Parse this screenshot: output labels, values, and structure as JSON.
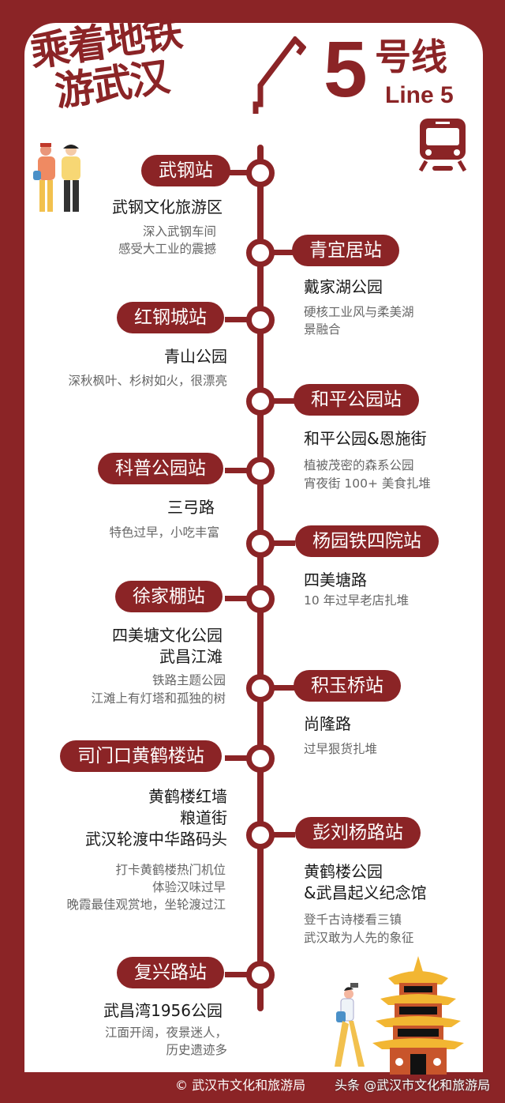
{
  "header": {
    "title_line1": "乘着地铁",
    "title_line2": "游武汉",
    "line_number": "5",
    "line_cn": "号线",
    "line_en": "Line 5",
    "icons": [
      "route-map-icon",
      "train-icon"
    ]
  },
  "colors": {
    "brand": "#8b2426",
    "text": "#1a1a1a",
    "muted": "#666666",
    "background": "#ffffff"
  },
  "stations": [
    {
      "name": "武钢站",
      "side": "left",
      "places": [
        "武钢文化旅游区"
      ],
      "desc": [
        "深入武钢车间",
        "感受大工业的震撼"
      ]
    },
    {
      "name": "青宜居站",
      "side": "right",
      "places": [
        "戴家湖公园"
      ],
      "desc": [
        "硬核工业风与柔美湖",
        "景融合"
      ]
    },
    {
      "name": "红钢城站",
      "side": "left",
      "places": [
        "青山公园"
      ],
      "desc": [
        "深秋枫叶、杉树如火，很漂亮"
      ]
    },
    {
      "name": "和平公园站",
      "side": "right",
      "places": [
        "和平公园&恩施街"
      ],
      "desc": [
        "植被茂密的森系公园",
        "宵夜街 100+ 美食扎堆"
      ]
    },
    {
      "name": "科普公园站",
      "side": "left",
      "places": [
        "三弓路"
      ],
      "desc": [
        "特色过早，小吃丰富"
      ]
    },
    {
      "name": "杨园铁四院站",
      "side": "right",
      "places": [
        "四美塘路"
      ],
      "desc": [
        "10 年过早老店扎堆"
      ]
    },
    {
      "name": "徐家棚站",
      "side": "left",
      "places": [
        "四美塘文化公园",
        "武昌江滩"
      ],
      "desc": [
        "铁路主题公园",
        "江滩上有灯塔和孤独的树"
      ]
    },
    {
      "name": "积玉桥站",
      "side": "right",
      "places": [
        "尚隆路"
      ],
      "desc": [
        "过早狠货扎堆"
      ]
    },
    {
      "name": "司门口黄鹤楼站",
      "side": "left",
      "places": [
        "黄鹤楼红墙",
        "粮道街",
        "武汉轮渡中华路码头"
      ],
      "desc": [
        "打卡黄鹤楼热门机位",
        "体验汉味过早",
        "晚霞最佳观赏地，坐轮渡过江"
      ]
    },
    {
      "name": "彭刘杨路站",
      "side": "right",
      "places": [
        "黄鹤楼公园",
        "&武昌起义纪念馆"
      ],
      "desc": [
        "登千古诗楼看三镇",
        "武汉敢为人先的象征"
      ]
    },
    {
      "name": "复兴路站",
      "side": "left",
      "places": [
        "武昌湾1956公园"
      ],
      "desc": [
        "江面开阔，夜景迷人，",
        "历史遗迹多"
      ]
    }
  ],
  "footer": {
    "copyright": "© 武汉市文化和旅游局",
    "watermark": "头条 @武汉市文化和旅游局"
  }
}
